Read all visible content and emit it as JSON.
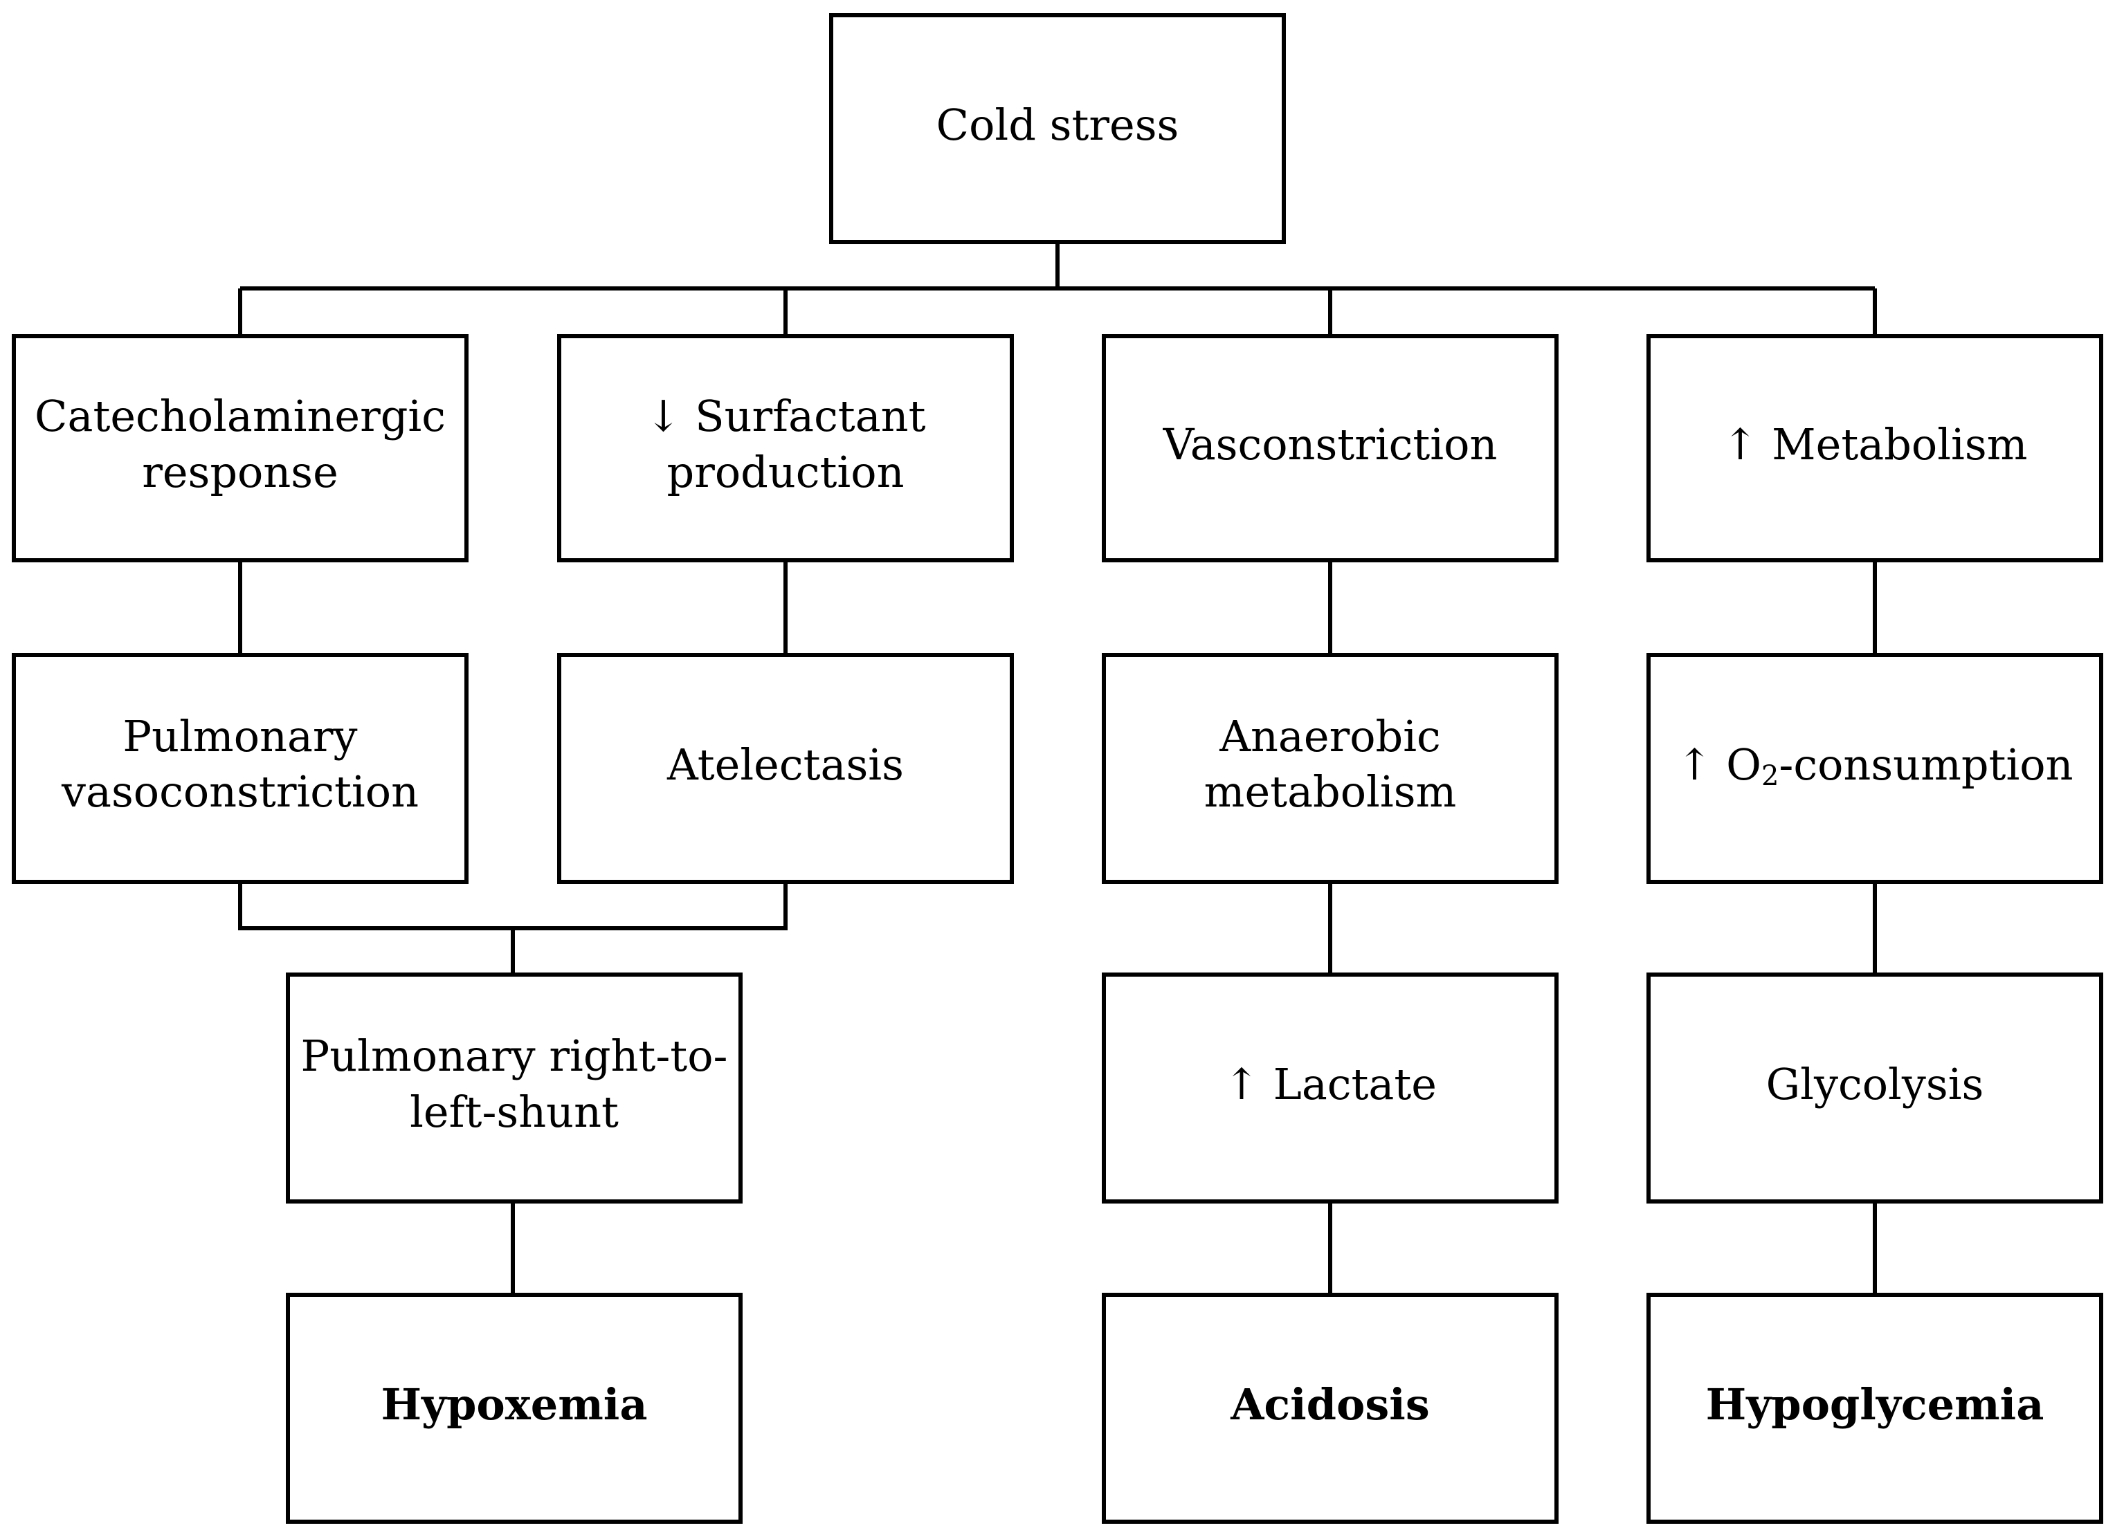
{
  "diagram": {
    "root": {
      "text": "Cold stress"
    },
    "boxes": {
      "catecholaminergic": {
        "line1": "Catecholaminergic",
        "line2": "response"
      },
      "surfactant": {
        "line1": "↓ Surfactant",
        "line2": "production"
      },
      "vasoconstriction": {
        "text": "Vasconstriction"
      },
      "metabolism": {
        "text": "↑ Metabolism"
      },
      "pulmonary_vasoconstriction": {
        "line1": "Pulmonary",
        "line2": "vasoconstriction"
      },
      "atelectasis": {
        "text": "Atelectasis"
      },
      "anaerobic": {
        "line1": "Anaerobic",
        "line2": "metabolism"
      },
      "o2_consumption": {
        "prefix": "↑ O",
        "subscript": "2",
        "suffix": "-consumption"
      },
      "shunt": {
        "line1": "Pulmonary right-to-",
        "line2": "left-shunt"
      },
      "lactate": {
        "text": "↑ Lactate"
      },
      "glycolysis": {
        "text": "Glycolysis"
      },
      "hypoxemia": {
        "text": "Hypoxemia"
      },
      "acidosis": {
        "text": "Acidosis"
      },
      "hypoglycemia": {
        "text": "Hypoglycemia"
      }
    },
    "colors": {
      "stroke": "#000000",
      "background": "#ffffff"
    }
  }
}
